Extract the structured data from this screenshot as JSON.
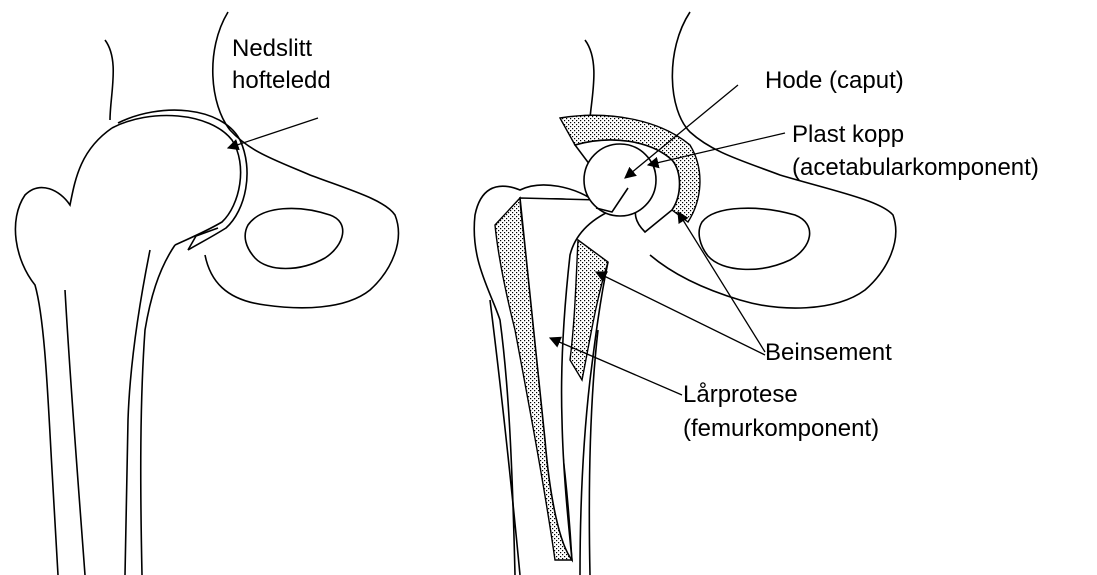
{
  "left_panel": {
    "label_line1": "Nedslitt",
    "label_line2": "hofteledd"
  },
  "right_panel": {
    "head_label": "Hode (caput)",
    "cup_line1": "Plast kopp",
    "cup_line2": "(acetabularkomponent)",
    "cement_label": "Beinsement",
    "stem_line1": "Lårprotese",
    "stem_line2": "(femurkomponent)"
  },
  "colors": {
    "line": "#000000",
    "background": "#ffffff",
    "stipple": "#000000"
  }
}
